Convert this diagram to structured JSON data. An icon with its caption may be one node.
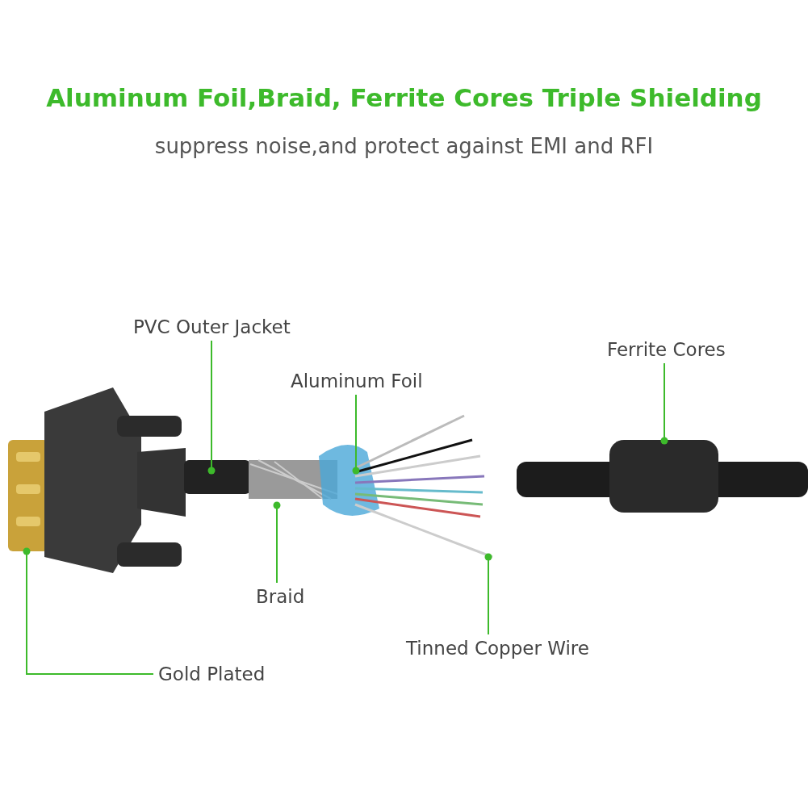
{
  "diagram": {
    "title": "Aluminum Foil,Braid, Ferrite Cores Triple Shielding",
    "nodes": [
      {
        "text": [
          "PVC Outer Jacket"
        ]
      },
      {
        "text": [
          "Aluminum Foil"
        ]
      },
      {
        "text": [
          "Ferrite Cores"
        ]
      },
      {
        "text": [
          "Braid"
        ]
      },
      {
        "text": [
          "Tinned Copper Wire"
        ]
      },
      {
        "text": [
          "Gold Plated"
        ]
      }
    ],
    "edges": [
      {
        "from": 0,
        "to": null,
        "arrow": "other"
      },
      {
        "from": 1,
        "to": null,
        "arrow": "other"
      },
      {
        "from": 2,
        "to": null,
        "arrow": "other"
      },
      {
        "from": 3,
        "to": null,
        "arrow": "other"
      },
      {
        "from": 4,
        "to": null,
        "arrow": "other"
      },
      {
        "from": 5,
        "to": null,
        "arrow": "other"
      }
    ],
    "labels": [
      "suppress noise,and protect against EMI and RFI"
    ]
  }
}
